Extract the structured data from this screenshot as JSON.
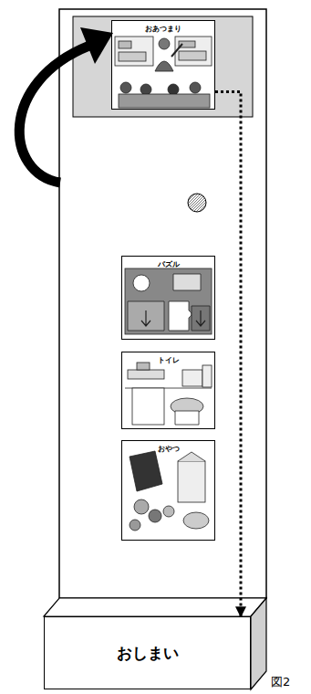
{
  "diagram": {
    "nodes": [
      {
        "text": [
          "おあつまり"
        ]
      },
      {
        "text": [
          "パズル"
        ]
      },
      {
        "text": [
          "トイレ"
        ]
      },
      {
        "text": [
          "おやつ"
        ]
      },
      {
        "text": [
          "おしまい"
        ]
      }
    ],
    "edges": [
      {
        "from": 0,
        "to": 4,
        "arrow": "to"
      }
    ],
    "labels": [
      "図2"
    ]
  }
}
